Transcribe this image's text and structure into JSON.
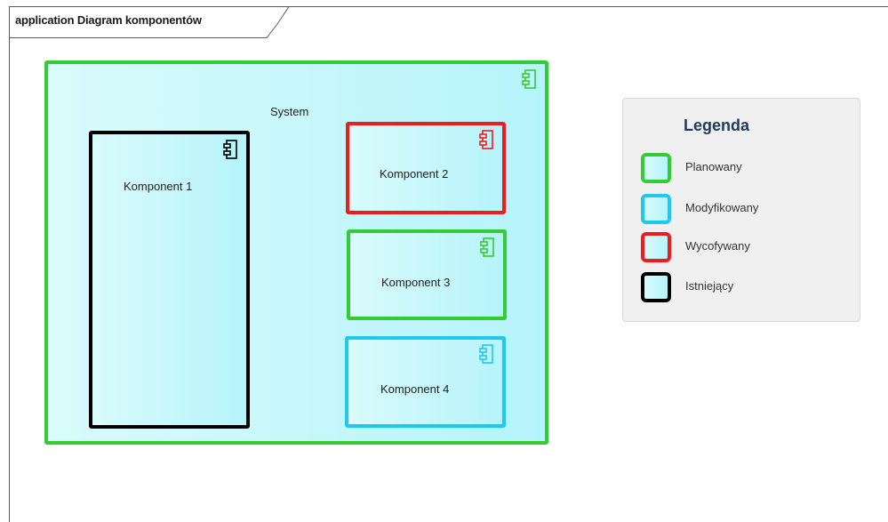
{
  "diagram": {
    "frame_title": "application Diagram komponentów",
    "system": {
      "label": "System",
      "color": "#33cc33"
    },
    "components": [
      {
        "id": "k1",
        "label": "Komponent 1",
        "color": "#000000",
        "status": "Istniejący"
      },
      {
        "id": "k2",
        "label": "Komponent 2",
        "color": "#ee1c1c",
        "status": "Wycofywany"
      },
      {
        "id": "k3",
        "label": "Komponent 3",
        "color": "#33cc33",
        "status": "Planowany"
      },
      {
        "id": "k4",
        "label": "Komponent 4",
        "color": "#1ec8f0",
        "status": "Modyfikowany"
      }
    ]
  },
  "legend": {
    "title": "Legenda",
    "items": [
      {
        "label": "Planowany",
        "color": "#33cc33"
      },
      {
        "label": "Modyfikowany",
        "color": "#1ec8f0"
      },
      {
        "label": "Wycofywany",
        "color": "#ee1c1c"
      },
      {
        "label": "Istniejący",
        "color": "#000000"
      }
    ]
  }
}
